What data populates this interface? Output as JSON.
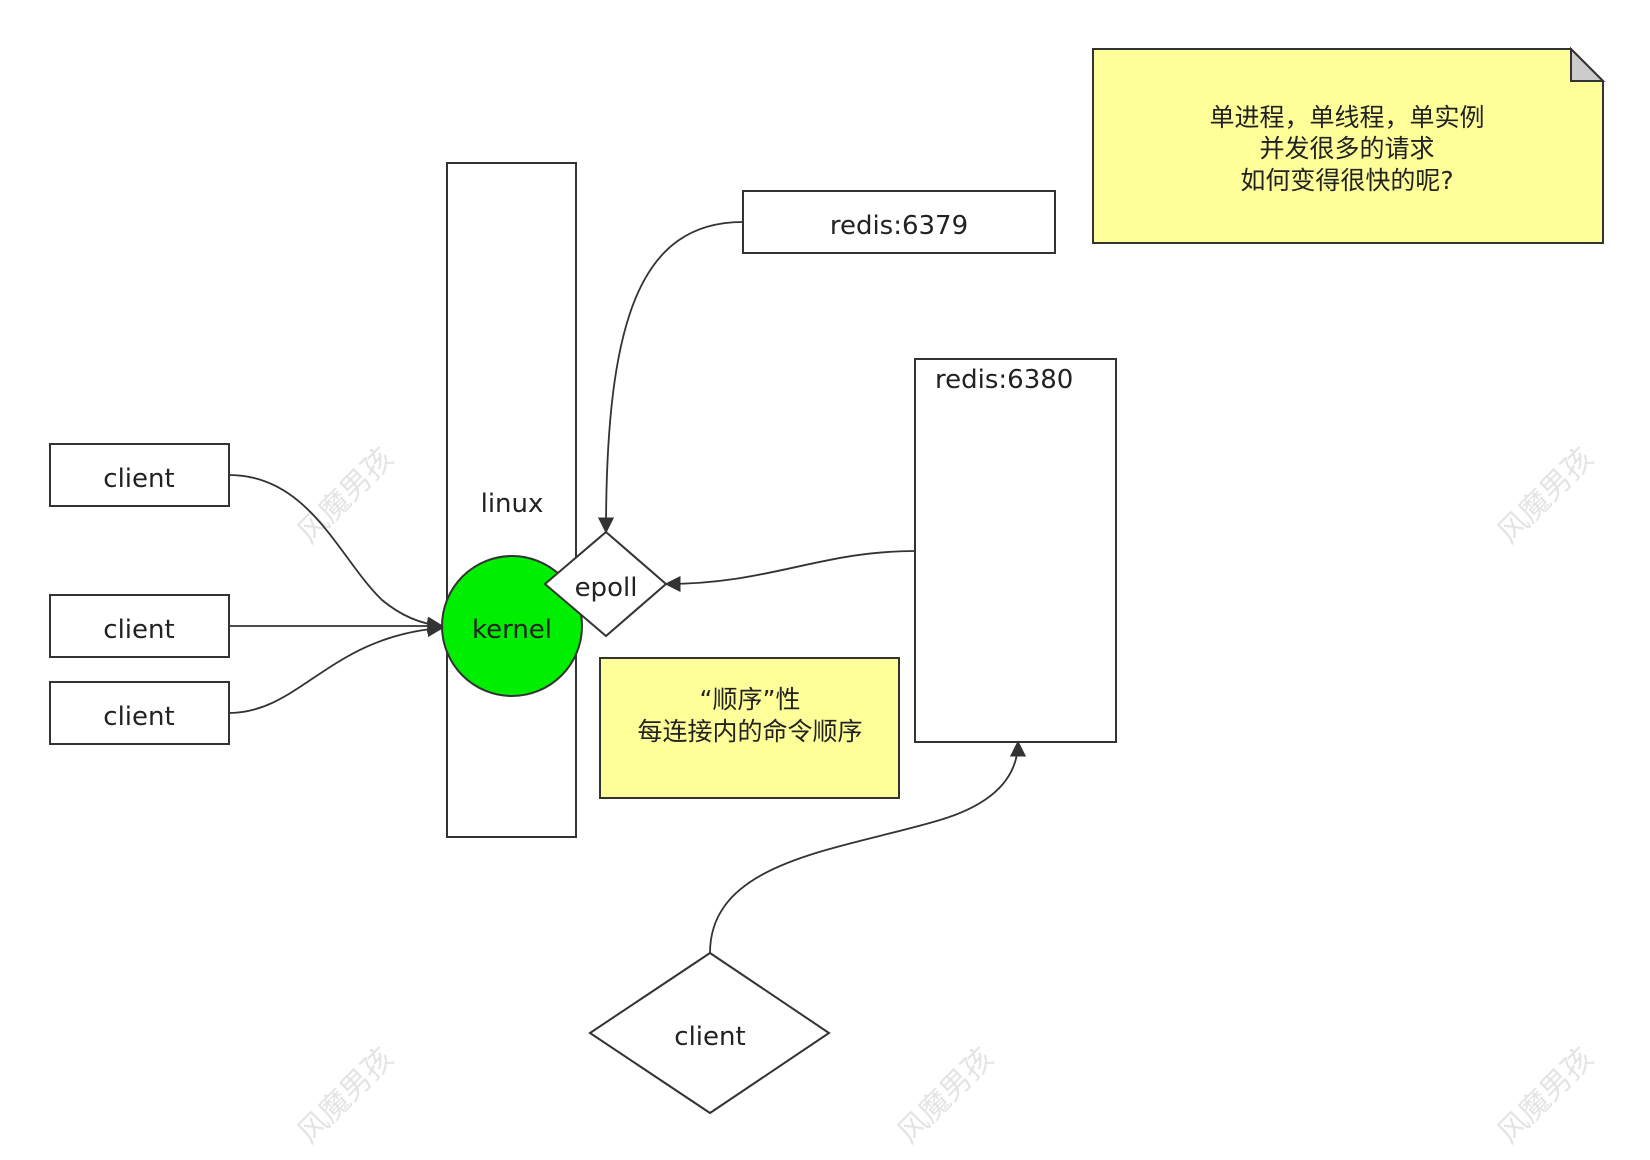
{
  "nodes": {
    "client_1": "client",
    "client_2": "client",
    "client_3": "client",
    "client_diamond": "client",
    "linux": "linux",
    "kernel": "kernel",
    "epoll": "epoll",
    "redis_6379": "redis:6379",
    "redis_6380": "redis:6380"
  },
  "notes": {
    "top_note": [
      "单进程，单线程，单实例",
      "并发很多的请求",
      "如何变得很快的呢?"
    ],
    "order_note": [
      "“顺序”性",
      "每连接内的命令顺序"
    ]
  },
  "watermark": "风魔男孩",
  "colors": {
    "kernel_fill": "#00ee00",
    "note_fill": "#ffff99",
    "stroke": "#333333"
  }
}
